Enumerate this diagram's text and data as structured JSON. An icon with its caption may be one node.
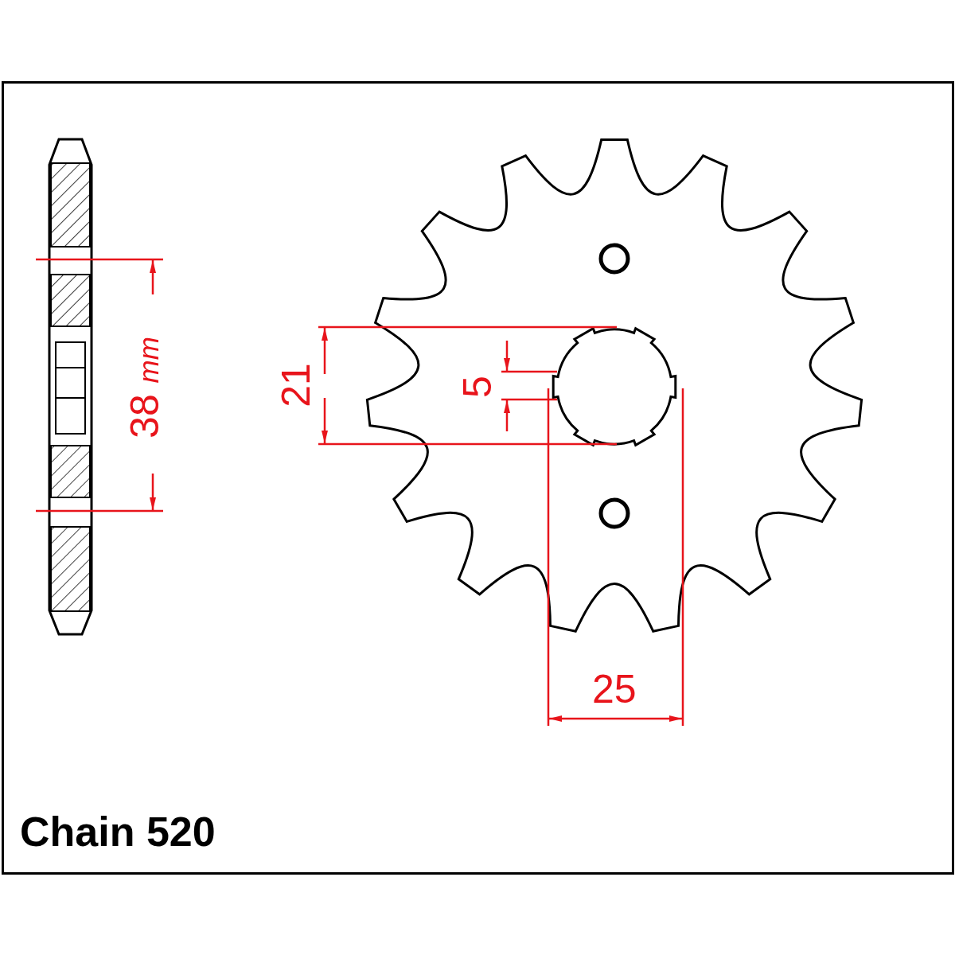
{
  "diagram": {
    "labels": [
      "38 *mm*",
      "21",
      "5",
      "25",
      "Chain 520"
    ]
  }
}
